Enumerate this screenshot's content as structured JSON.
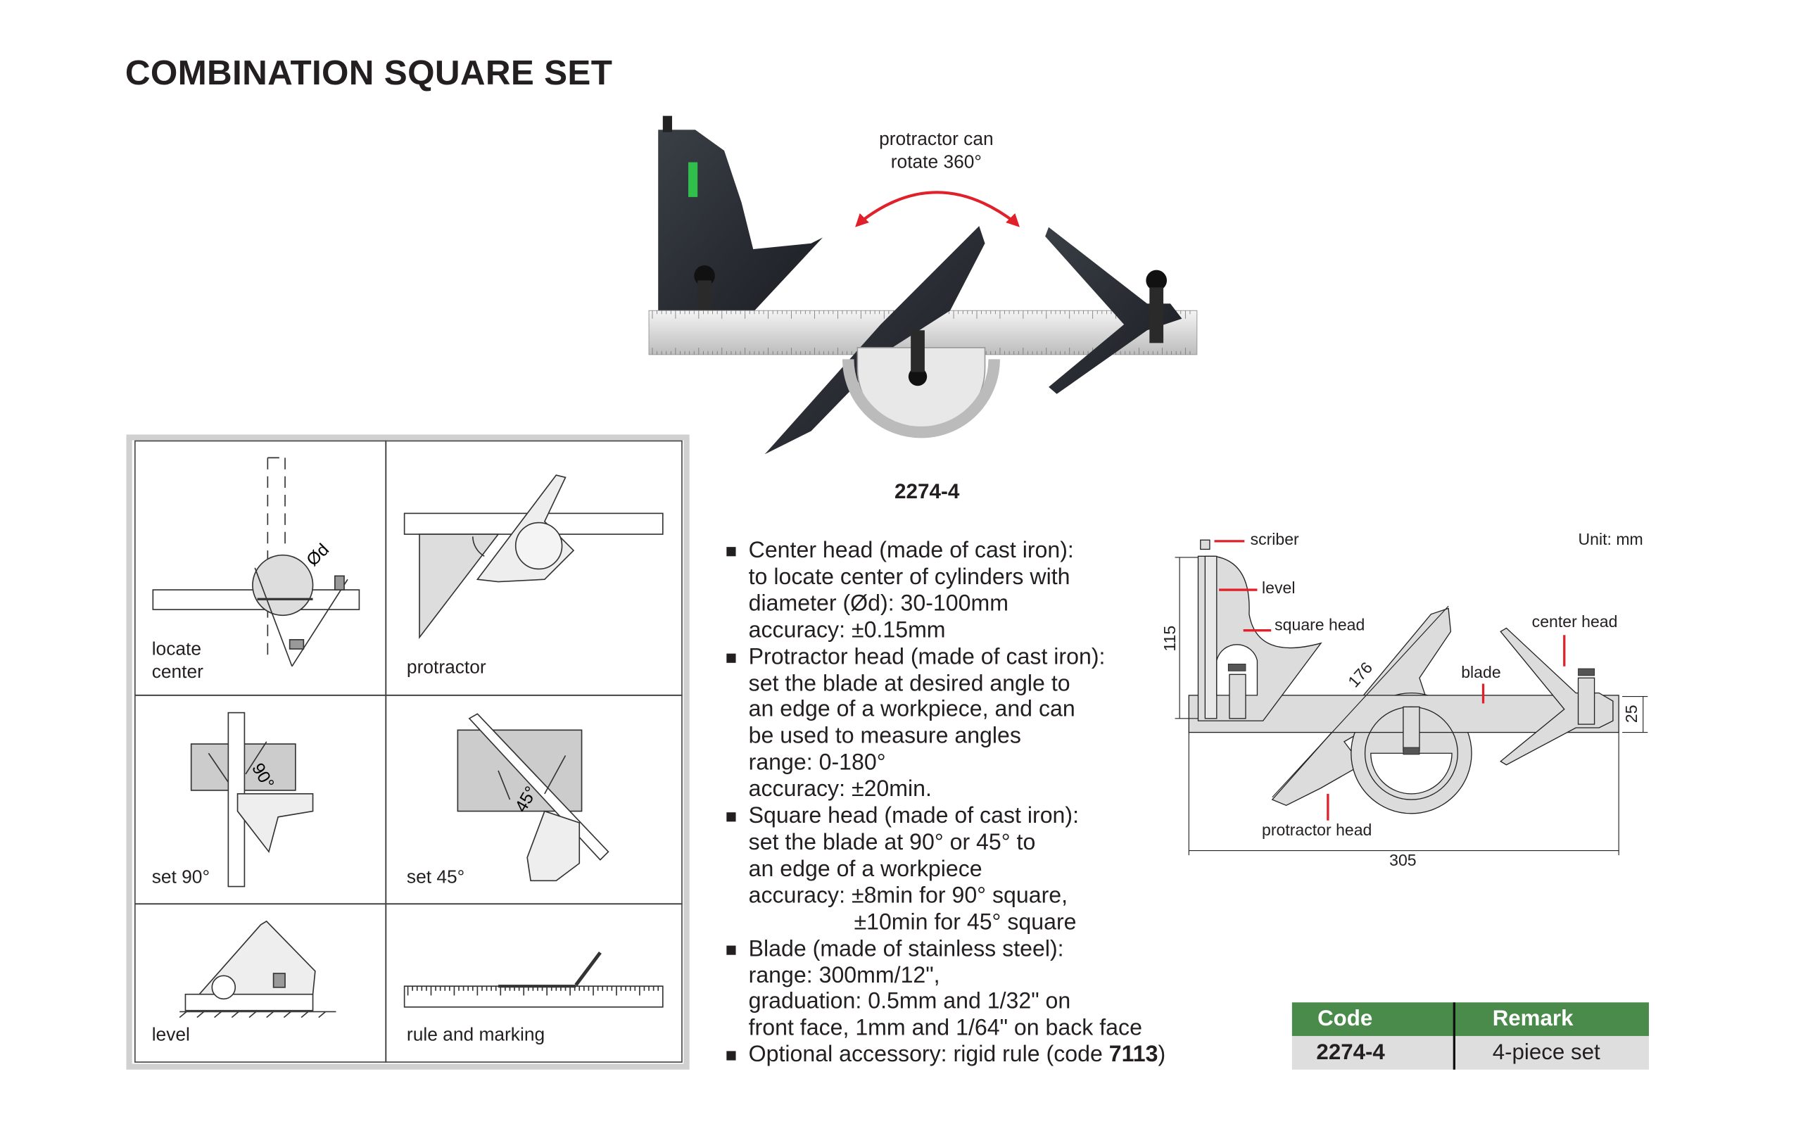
{
  "title": "COMBINATION SQUARE SET",
  "product_photo": {
    "note_line1": "protractor can",
    "note_line2": "rotate 360°",
    "model_code": "2274-4"
  },
  "usage_grid": {
    "cells": [
      {
        "label_line1": "locate",
        "label_line2": "center",
        "annotation": "Ød"
      },
      {
        "label_line1": "protractor"
      },
      {
        "label_line1": "set 90°",
        "annotation": "90°"
      },
      {
        "label_line1": "set 45°",
        "annotation": "45°"
      },
      {
        "label_line1": "level"
      },
      {
        "label_line1": "rule and marking"
      }
    ]
  },
  "specs": [
    {
      "lines": [
        "Center head (made of cast iron):",
        "to locate center of cylinders with",
        "diameter (Ød): 30-100mm",
        "accuracy: ±0.15mm"
      ]
    },
    {
      "lines": [
        "Protractor head (made of cast iron):",
        "set the blade at desired angle to",
        "an edge of a workpiece, and can",
        "be used to measure angles",
        "range: 0-180°",
        "accuracy: ±20min."
      ]
    },
    {
      "lines": [
        "Square head (made of cast iron):",
        "set the blade at 90° or 45° to",
        "an edge of a workpiece",
        "accuracy: ±8min for 90° square,",
        "±10min for 45° square"
      ]
    },
    {
      "lines": [
        "Blade (made of stainless steel):",
        "range: 300mm/12\",",
        "graduation: 0.5mm and 1/32\" on",
        "front face, 1mm and 1/64\" on back face"
      ]
    },
    {
      "prefix": "Optional accessory: rigid rule (code ",
      "code": "7113",
      "suffix": ")"
    }
  ],
  "diagram": {
    "unit": "Unit: mm",
    "labels": {
      "scriber": "scriber",
      "level": "level",
      "square_head": "square head",
      "center_head": "center head",
      "blade": "blade",
      "protractor_head": "protractor head"
    },
    "dimensions": {
      "height": "115",
      "diagonal": "176",
      "blade_width": "25",
      "length": "305"
    }
  },
  "table": {
    "headers": [
      "Code",
      "Remark"
    ],
    "rows": [
      [
        "2274-4",
        "4-piece set"
      ]
    ]
  },
  "colors": {
    "accent_green": "#4a8b4c",
    "pointer_red": "#e0202a"
  }
}
